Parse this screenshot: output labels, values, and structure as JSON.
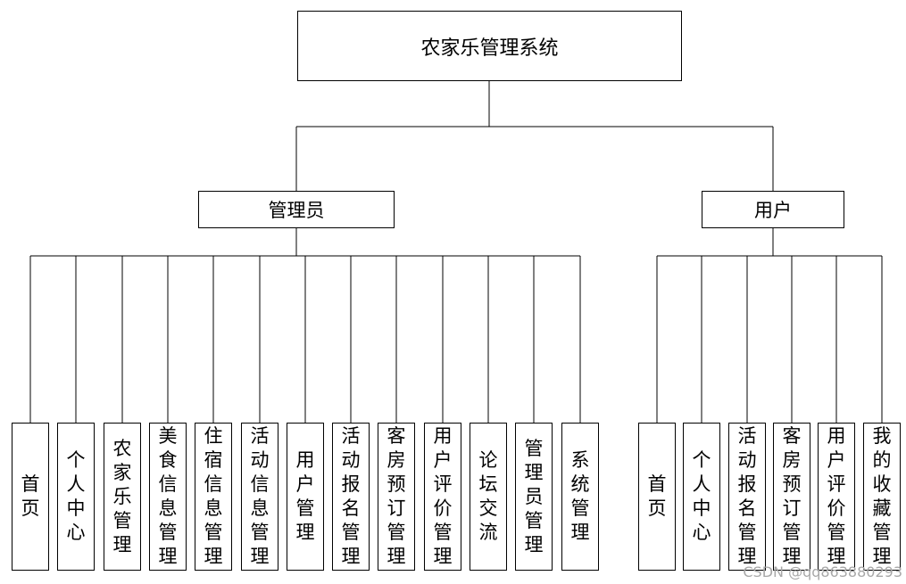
{
  "root": {
    "label": "农家乐管理系统"
  },
  "roles": [
    {
      "id": "admin",
      "label": "管理员",
      "modules": [
        "首页",
        "个人中心",
        "农家乐管理",
        "美食信息管理",
        "住宿信息管理",
        "活动信息管理",
        "用户管理",
        "活动报名管理",
        "客房预订管理",
        "用户评价管理",
        "论坛交流",
        "管理员管理",
        "系统管理"
      ]
    },
    {
      "id": "user",
      "label": "用户",
      "modules": [
        "首页",
        "个人中心",
        "活动报名管理",
        "客房预订管理",
        "用户评价管理",
        "我的收藏管理"
      ]
    }
  ],
  "watermark": "CSDN @qq863880293",
  "colors": {
    "line": "#000000",
    "box_border": "#000000",
    "background": "#ffffff",
    "watermark": "#a8a8a8"
  }
}
